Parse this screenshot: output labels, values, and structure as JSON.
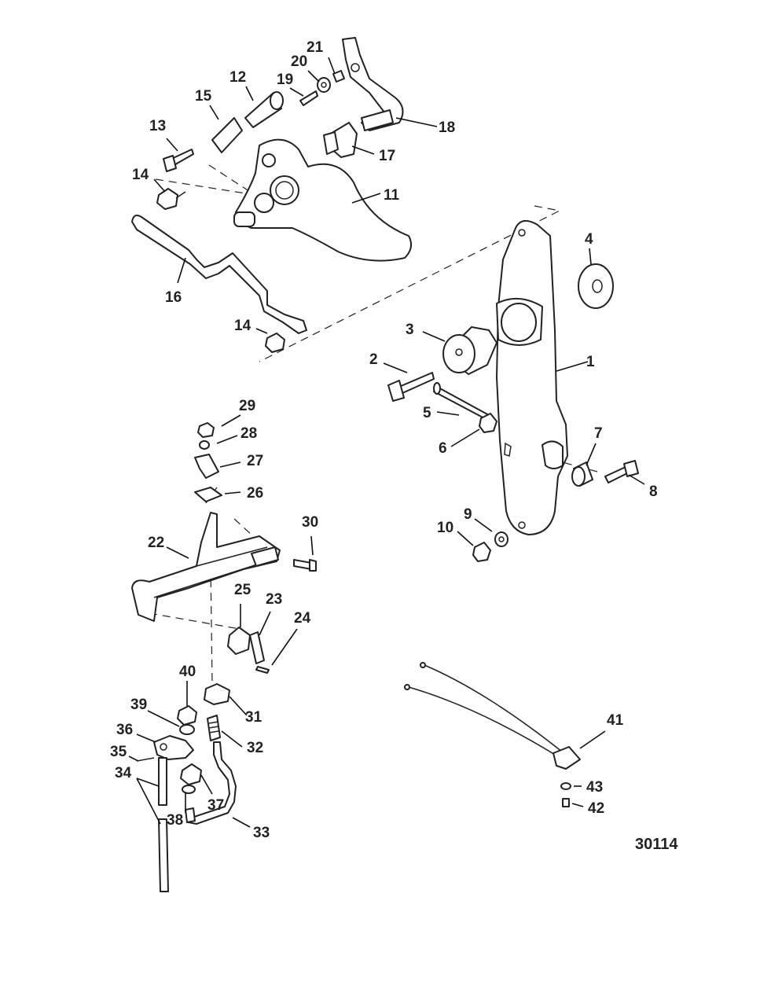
{
  "diagram": {
    "reference_number": "30114",
    "callouts": [
      "1",
      "2",
      "3",
      "4",
      "5",
      "6",
      "7",
      "8",
      "9",
      "10",
      "11",
      "12",
      "13",
      "14",
      "15",
      "16",
      "17",
      "18",
      "19",
      "20",
      "21",
      "22",
      "23",
      "24",
      "25",
      "26",
      "27",
      "28",
      "29",
      "30",
      "31",
      "32",
      "33",
      "34",
      "35",
      "36",
      "37",
      "38",
      "39",
      "40",
      "41",
      "42",
      "43"
    ],
    "callout_14_second": "14"
  }
}
